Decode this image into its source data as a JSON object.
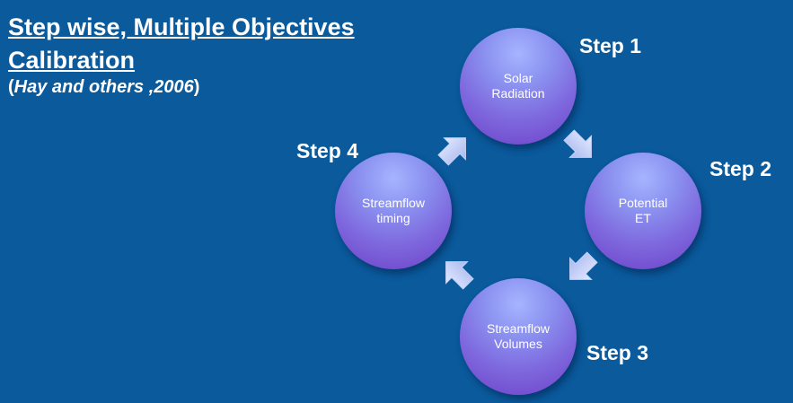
{
  "title": {
    "line1": "Step wise, Multiple Objectives",
    "line2": "Calibration",
    "citation_open": "(",
    "citation_text": "Hay and others ,2006",
    "citation_close": ")"
  },
  "cycle": {
    "nodes": [
      {
        "label": "Solar\nRadiation",
        "step": "Step 1"
      },
      {
        "label": "Potential\nET",
        "step": "Step 2"
      },
      {
        "label": "Streamflow\nVolumes",
        "step": "Step 3"
      },
      {
        "label": "Streamflow\ntiming",
        "step": "Step 4"
      }
    ]
  },
  "colors": {
    "background": "#0a5a9c",
    "node_top": "#a6b4ff",
    "node_bottom": "#6e3fc6",
    "arrow_light": "#dde6ff",
    "arrow_dark": "#a9b8ef"
  }
}
